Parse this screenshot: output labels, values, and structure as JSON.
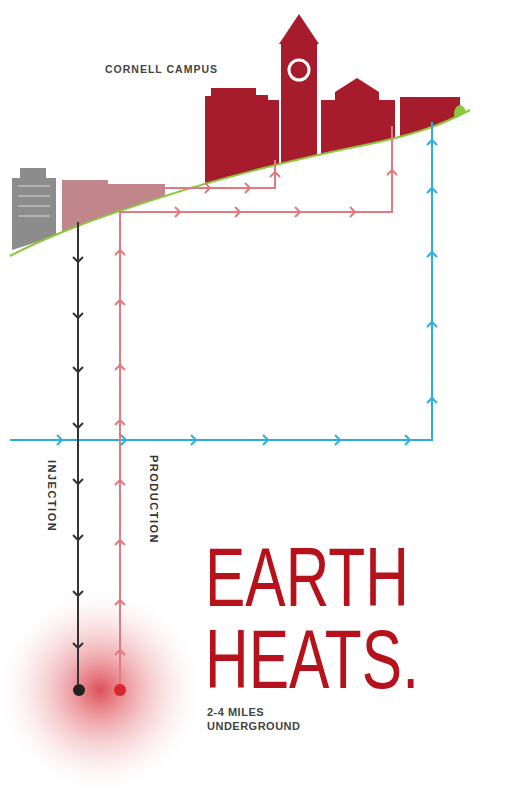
{
  "diagram": {
    "title": "EARTH HEATS.",
    "labels": [
      "CORNELL CAMPUS",
      "INJECTION",
      "PRODUCTION",
      "2-4 MILES UNDERGROUND"
    ]
  }
}
